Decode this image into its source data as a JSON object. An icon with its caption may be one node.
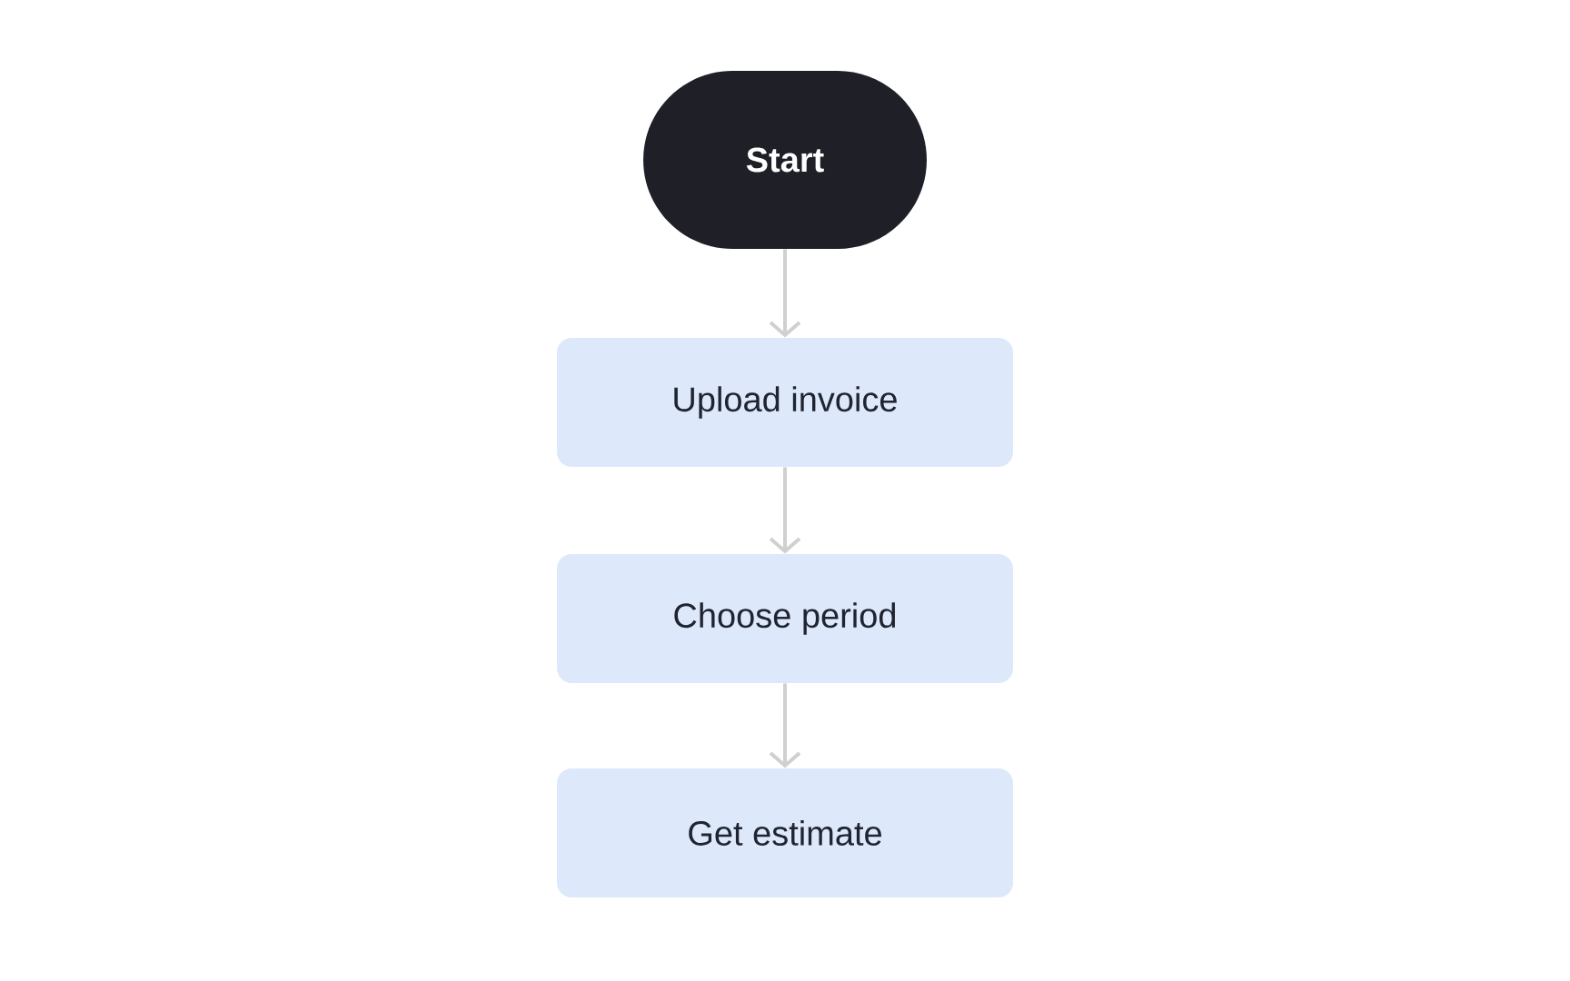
{
  "diagram": {
    "nodes": [
      {
        "text": [
          "Start"
        ]
      },
      {
        "text": [
          "Upload invoice"
        ]
      },
      {
        "text": [
          "Choose period"
        ]
      },
      {
        "text": [
          "Get estimate"
        ]
      }
    ],
    "edges": [
      {
        "from": 0,
        "to": 1,
        "arrow": "to"
      },
      {
        "from": 1,
        "to": 2,
        "arrow": "to"
      },
      {
        "from": 2,
        "to": 3,
        "arrow": "to"
      }
    ]
  }
}
